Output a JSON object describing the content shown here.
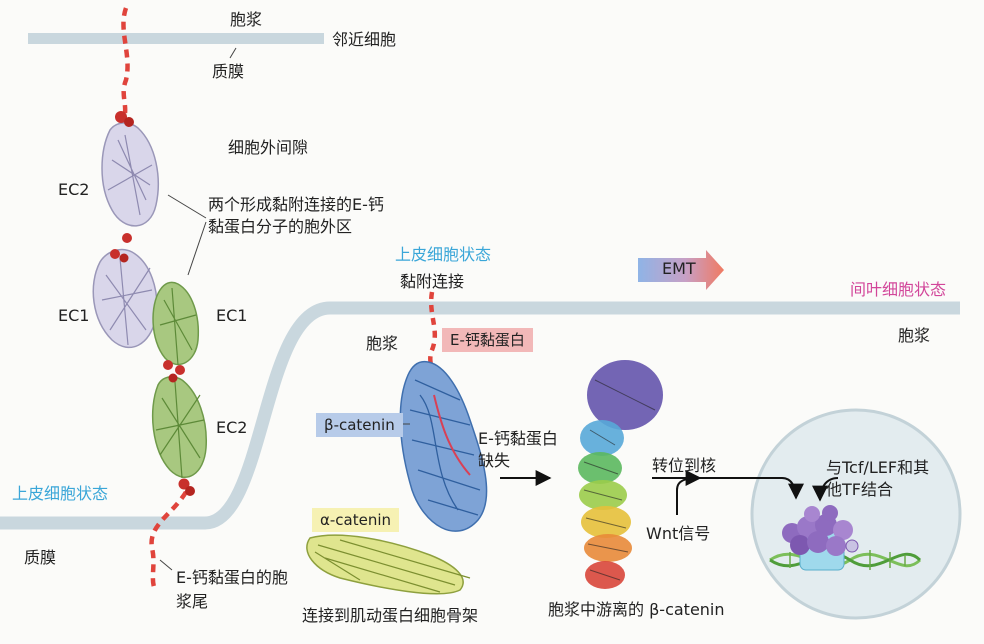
{
  "labels": {
    "cytoplasm_top": "胞浆",
    "neighbor_cell": "邻近细胞",
    "membrane_top": "质膜",
    "extracellular_space": "细胞外间隙",
    "ec2_top": "EC2",
    "ec1_left": "EC1",
    "ec1_right": "EC1",
    "ec2_bottom": "EC2",
    "two_molecules": "两个形成黏附连接的E-钙黏蛋白分子的胞外区",
    "epithelial_state_mid": "上皮细胞状态",
    "adherens_junction": "黏附连接",
    "emt": "EMT",
    "mesenchymal_state": "间叶细胞状态",
    "cytoplasm_right": "胞浆",
    "cytoplasm_mid": "胞浆",
    "e_cadherin_tag": "E-钙黏蛋白",
    "beta_catenin_tag": "β-catenin",
    "e_cadherin_loss": "E-钙黏蛋白缺失",
    "translocate_nucleus": "转位到核",
    "tcf_lef": "与Tcf/LEF和其他TF结合",
    "epithelial_state_left": "上皮细胞状态",
    "membrane_bottom": "质膜",
    "alpha_catenin_tag": "α-catenin",
    "wnt_signal": "Wnt信号",
    "cytoplasmic_tail": "E-钙黏蛋白的胞浆尾",
    "actin_link": "连接到肌动蛋白细胞骨架",
    "free_beta_catenin": "胞浆中游离的 β-catenin"
  },
  "colors": {
    "membrane": "#c9d7de",
    "dashed_tail": "#e0443c",
    "epithelial_text": "#3aa6d8",
    "mesenchymal_text": "#d2469a",
    "emt_arrow_start": "#8fb4e6",
    "emt_arrow_end": "#f07a62",
    "nucleus_fill": "#e3ecef"
  }
}
